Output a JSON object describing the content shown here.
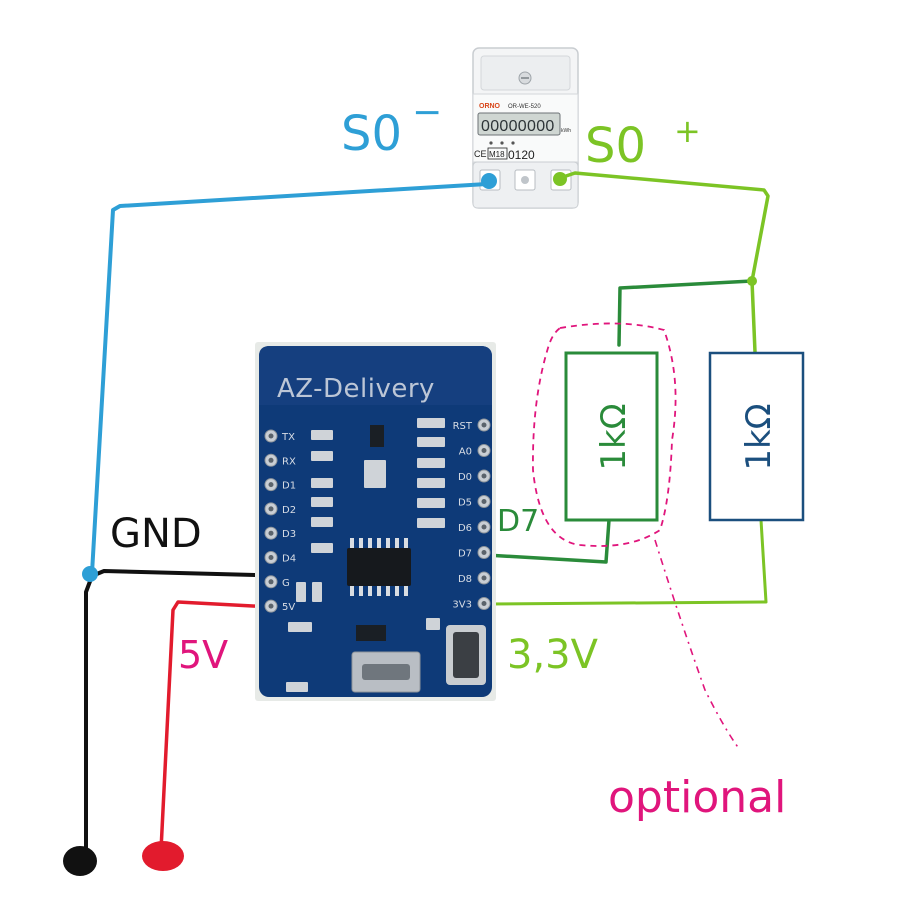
{
  "colors": {
    "blue": "#2e9fd6",
    "green": "#7cc425",
    "dark_green": "#2a8b3a",
    "black": "#111111",
    "red": "#e21b2d",
    "pink": "#e0157c",
    "pcb": "#0e3a78",
    "resistor_blue": "#1b4f7e"
  },
  "meter": {
    "brand": "ORNO",
    "model": "OR-WE-520",
    "display": "00000000",
    "unit": "kWh",
    "cert": "M18",
    "code": "0120",
    "ce": "CE"
  },
  "labels": {
    "s0_minus": "S0",
    "s0_minus_sign": "−",
    "s0_plus": "S0",
    "s0_plus_sign": "+",
    "gnd": "GND",
    "five_v": "5V",
    "d7": "D7",
    "v33": "3,3V",
    "optional": "optional"
  },
  "board": {
    "brand": "AZ-Delivery",
    "left_pins": [
      "TX",
      "RX",
      "D1",
      "D2",
      "D3",
      "D4",
      "G",
      "5V"
    ],
    "right_pins": [
      "RST",
      "A0",
      "D0",
      "D5",
      "D6",
      "D7",
      "D8",
      "3V3"
    ]
  },
  "resistors": [
    {
      "label": "1kΩ"
    },
    {
      "label": "1kΩ"
    }
  ]
}
